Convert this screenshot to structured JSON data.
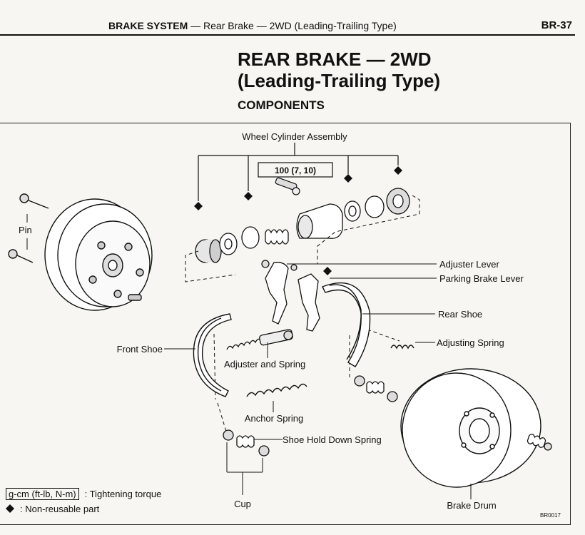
{
  "header": {
    "section_bold": "BRAKE SYSTEM",
    "section_rest": " — Rear Brake — 2WD (Leading-Trailing Type)",
    "page": "BR-37"
  },
  "title": {
    "line1": "REAR BRAKE — 2WD",
    "line2": "(Leading-Trailing Type)"
  },
  "subtitle": "COMPONENTS",
  "labels": {
    "wheel_cylinder": "Wheel Cylinder Assembly",
    "torque": "100 (7, 10)",
    "pin": "Pin",
    "adjuster_lever": "Adjuster Lever",
    "parking_brake_lever": "Parking Brake Lever",
    "rear_shoe": "Rear Shoe",
    "adjusting_spring": "Adjusting Spring",
    "front_shoe": "Front Shoe",
    "adjuster_and_spring": "Adjuster and Spring",
    "anchor_spring": "Anchor Spring",
    "shoe_hold_down_spring": "Shoe Hold Down Spring",
    "cup": "Cup",
    "brake_drum": "Brake Drum"
  },
  "legend": {
    "torque_unit": "g-cm (ft-lb, N-m)",
    "torque_text": ": Tightening torque",
    "nonreusable_text": ":  Non-reusable part"
  },
  "ref_code": "BR0017"
}
